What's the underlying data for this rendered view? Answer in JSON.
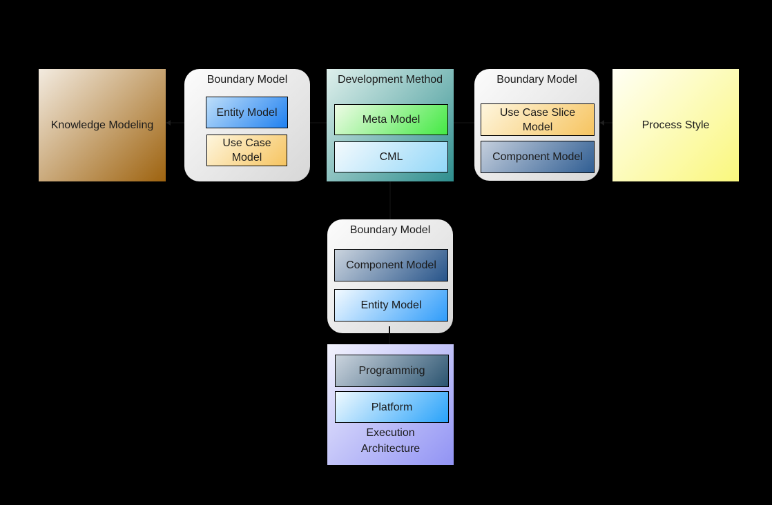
{
  "background": "#000000",
  "text_color": "#1a1a1a",
  "diagram": {
    "knowledge_modeling": {
      "label": "Knowledge Modeling",
      "gradient": {
        "from": "#F3EBE0",
        "to": "#9E630F"
      }
    },
    "boundary_model_1": {
      "title": "Boundary Model",
      "entity_model": "Entity Model",
      "use_case_model": "Use Case Model",
      "gradient": {
        "from": "#FCFCFC",
        "to": "#D7D7D7"
      },
      "entity_gradient": {
        "from": "#BFDFFA",
        "to": "#1F80F0"
      },
      "use_case_gradient": {
        "from": "#FEF6DE",
        "to": "#F6C460"
      }
    },
    "development_method": {
      "title": "Development Method",
      "meta_model": "Meta Model",
      "cml": "CML",
      "gradient": {
        "from": "#DFF0EC",
        "to": "#2E8E8E"
      },
      "meta_gradient": {
        "from": "#EEFBE6",
        "to": "#44E944"
      },
      "cml_gradient": {
        "from": "#F4FAFD",
        "to": "#92D7F8"
      }
    },
    "boundary_model_2": {
      "title": "Boundary Model",
      "use_case_slice_model": "Use Case Slice Model",
      "component_model": "Component Model",
      "gradient": {
        "from": "#FCFCFC",
        "to": "#D7D7D7"
      },
      "use_case_slice_gradient": {
        "from": "#FEF6DE",
        "to": "#F6C460"
      },
      "component_gradient": {
        "from": "#C5CFDD",
        "to": "#305E93"
      }
    },
    "process_style": {
      "label": "Process Style",
      "gradient": {
        "from": "#FFFFF5",
        "to": "#FAF77D"
      }
    },
    "boundary_model_3": {
      "title": "Boundary Model",
      "component_model": "Component Model",
      "entity_model": "Entity Model",
      "gradient": {
        "from": "#FCFCFC",
        "to": "#D7D7D7"
      },
      "component_gradient": {
        "from": "#CBD4DE",
        "to": "#27548A"
      },
      "entity_gradient": {
        "from": "#F3FAFF",
        "to": "#2F9CFA"
      }
    },
    "execution_architecture": {
      "label": "Execution Architecture",
      "programming": "Programming",
      "platform": "Platform",
      "gradient": {
        "from": "#F3F3FD",
        "to": "#9193F4"
      },
      "programming_gradient": {
        "from": "#CBD4DE",
        "to": "#2B5470"
      },
      "platform_gradient": {
        "from": "#F0FAFE",
        "to": "#29A2FA"
      }
    }
  }
}
